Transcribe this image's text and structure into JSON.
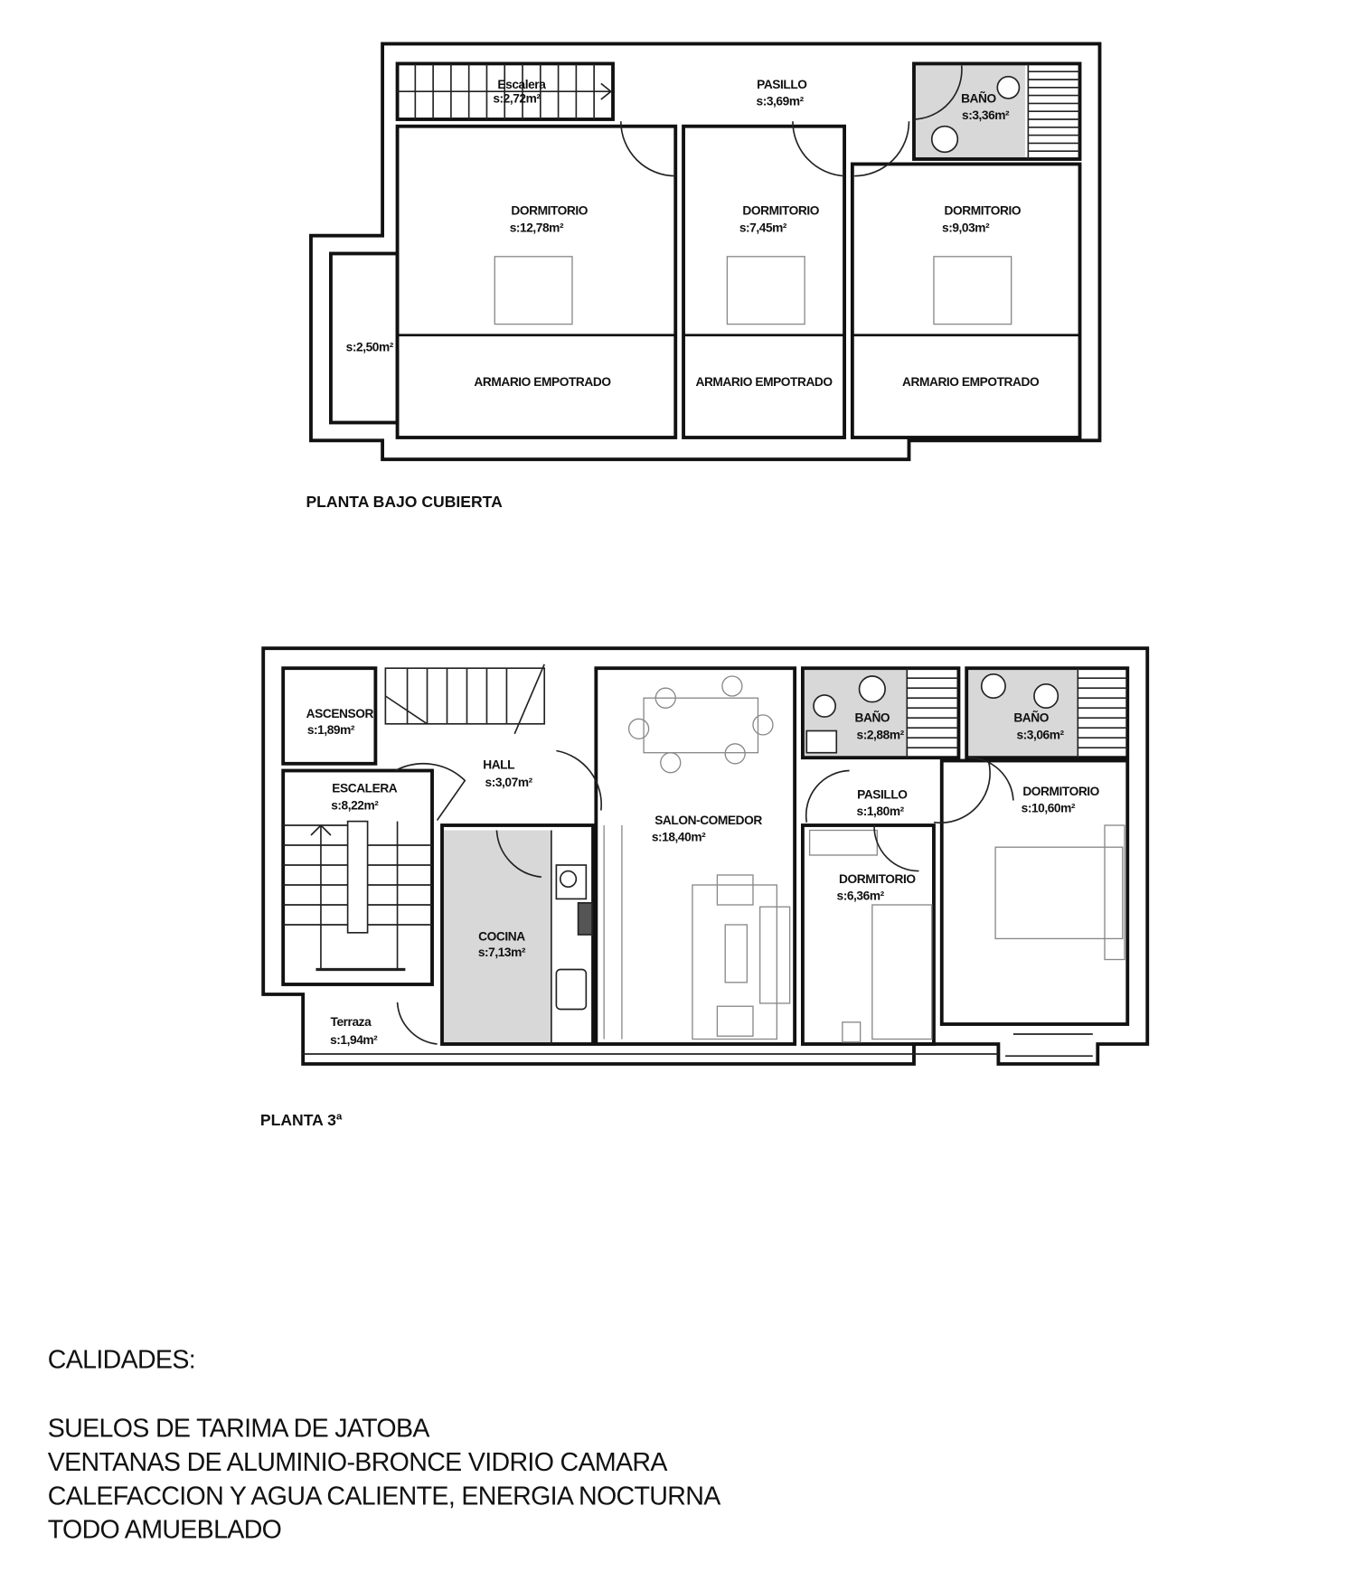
{
  "upper_floor": {
    "title": "PLANTA BAJO CUBIERTA",
    "rooms": [
      {
        "name": "Escalera",
        "area": "s:2,72m²"
      },
      {
        "name": "PASILLO",
        "area": "s:3,69m²"
      },
      {
        "name": "BAÑO",
        "area": "s:3,36m²"
      },
      {
        "name": "DORMITORIO",
        "area": "s:12,78m²"
      },
      {
        "name": "DORMITORIO",
        "area": "s:7,45m²"
      },
      {
        "name": "DORMITORIO",
        "area": "s:9,03m²"
      },
      {
        "name": "",
        "area": "s:2,50m²"
      },
      {
        "name": "ARMARIO EMPOTRADO",
        "area": ""
      },
      {
        "name": "ARMARIO EMPOTRADO",
        "area": ""
      },
      {
        "name": "ARMARIO EMPOTRADO",
        "area": ""
      }
    ]
  },
  "third_floor": {
    "title": "PLANTA 3ª",
    "rooms": [
      {
        "name": "ASCENSOR",
        "area": "s:1,89m²"
      },
      {
        "name": "ESCALERA",
        "area": "s:8,22m²"
      },
      {
        "name": "HALL",
        "area": "s:3,07m²"
      },
      {
        "name": "COCINA",
        "area": "s:7,13m²"
      },
      {
        "name": "SALON-COMEDOR",
        "area": "s:18,40m²"
      },
      {
        "name": "BAÑO",
        "area": "s:2,88m²"
      },
      {
        "name": "BAÑO",
        "area": "s:3,06m²"
      },
      {
        "name": "PASILLO",
        "area": "s:1,80m²"
      },
      {
        "name": "DORMITORIO",
        "area": "s:6,36m²"
      },
      {
        "name": "DORMITORIO",
        "area": "s:10,60m²"
      },
      {
        "name": "Terraza",
        "area": "s:1,94m²"
      }
    ]
  },
  "qualities": {
    "heading": "CALIDADES:",
    "items": [
      "SUELOS DE TARIMA DE JATOBA",
      "VENTANAS DE ALUMINIO-BRONCE VIDRIO CAMARA",
      "CALEFACCION Y AGUA CALIENTE, ENERGIA NOCTURNA",
      "TODO AMUEBLADO"
    ]
  }
}
